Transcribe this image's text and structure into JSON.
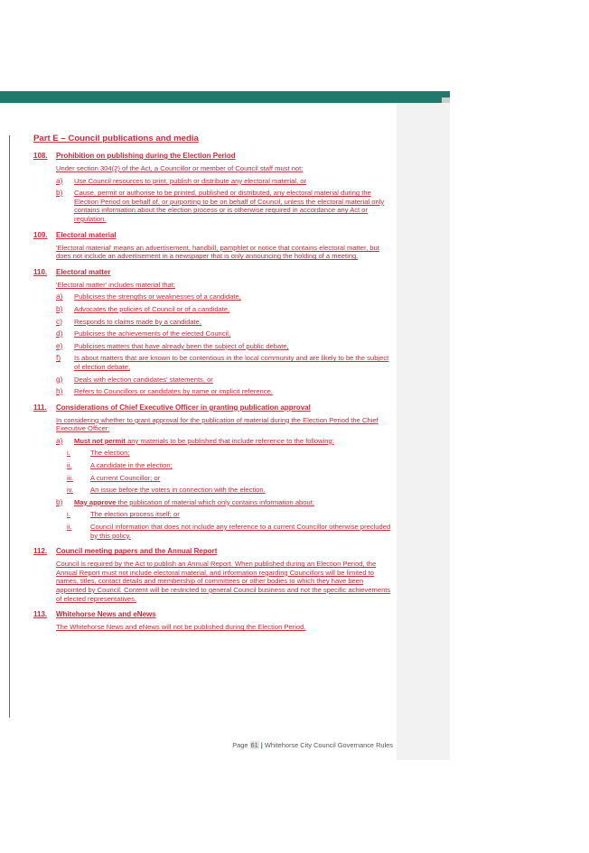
{
  "part_title": "Part E – Council publications and media",
  "sections": [
    {
      "num": "108.",
      "title": "Prohibition on publishing during the Election Period",
      "intro": "Under section 304(2) of the Act, a Councillor or member of Council staff must not:",
      "items": [
        {
          "label": "a)",
          "text": "Use Council resources to print, publish or distribute any electoral material, or"
        },
        {
          "label": "b)",
          "text": "Cause, permit or authorise to be printed, published or distributed, any electoral material during the Election Period on behalf of, or purporting to be on behalf of Council, unless the electoral material only contains information about the election process or is otherwise required in accordance any Act or regulation."
        }
      ]
    },
    {
      "num": "109.",
      "title": "Electoral material",
      "intro": "'Electoral material' means an advertisement, handbill, pamphlet or notice that contains electoral matter, but does not include an advertisement in a newspaper that is only announcing the holding of a meeting."
    },
    {
      "num": "110.",
      "title": "Electoral matter",
      "intro": "'Electoral matter' includes material that:",
      "items": [
        {
          "label": "a)",
          "text": "Publicises the strengths or weaknesses of a candidate,"
        },
        {
          "label": "b)",
          "text": "Advocates the policies of Council or of a candidate,"
        },
        {
          "label": "c)",
          "text": "Responds to claims made by a candidate,"
        },
        {
          "label": "d)",
          "text": "Publicises the achievements of the elected Council,"
        },
        {
          "label": "e)",
          "text": "Publicises matters that have already been the subject of public debate,"
        },
        {
          "label": "f)",
          "text": "Is about matters that are known to be contentious in the local community and are likely to be the subject of election debate,"
        },
        {
          "label": "g)",
          "text": "Deals with election candidates' statements, or"
        },
        {
          "label": "h)",
          "text": "Refers to Councillors or candidates by name or implicit reference."
        }
      ]
    },
    {
      "num": "111.",
      "title": "Considerations of Chief Executive Officer in granting publication approval",
      "intro": "In considering whether to grant approval for the publication of material during the Election Period the Chief Executive Officer:",
      "a_label": "a)",
      "a_bold": "Must not permit",
      "a_rest": " any materials to be published that include reference to the following:",
      "a_subs": [
        {
          "label": "i.",
          "text": "The election;"
        },
        {
          "label": "ii.",
          "text": "A candidate in the election;"
        },
        {
          "label": "iii.",
          "text": "A current Councillor; or"
        },
        {
          "label": "iv.",
          "text": "An issue before the voters in connection with the election."
        }
      ],
      "b_label": "b)",
      "b_bold": "May approve",
      "b_rest": " the publication of material which only contains information about:",
      "b_subs": [
        {
          "label": "i.",
          "text": "The election process itself; or"
        },
        {
          "label": "ii.",
          "text": "Council information that does not include any reference to a current Councillor otherwise precluded by this policy."
        }
      ]
    },
    {
      "num": "112.",
      "title": "Council meeting papers and the Annual Report",
      "intro": "Council is required by the Act to publish an Annual Report. When published during an Election Period, the Annual Report must not include electoral material, and information regarding Councillors will be limited to names, titles, contact details and membership of committees or other bodies to which they have been appointed by Council. Content will be restricted to general Council business and not the specific achievements of elected representatives."
    },
    {
      "num": "113.",
      "title": "Whitehorse News and eNews",
      "intro": "The Whitehorse News and eNews will not be published during the Election Period."
    }
  ],
  "footer": {
    "page_word": "Page",
    "page_num": "61",
    "separator": "|",
    "doc_title": "Whitehorse City Council Governance Rules"
  },
  "colors": {
    "revision_text": "#d0273a",
    "header_bar": "#1f7a6b",
    "comment_pane": "#f2f2f2"
  }
}
